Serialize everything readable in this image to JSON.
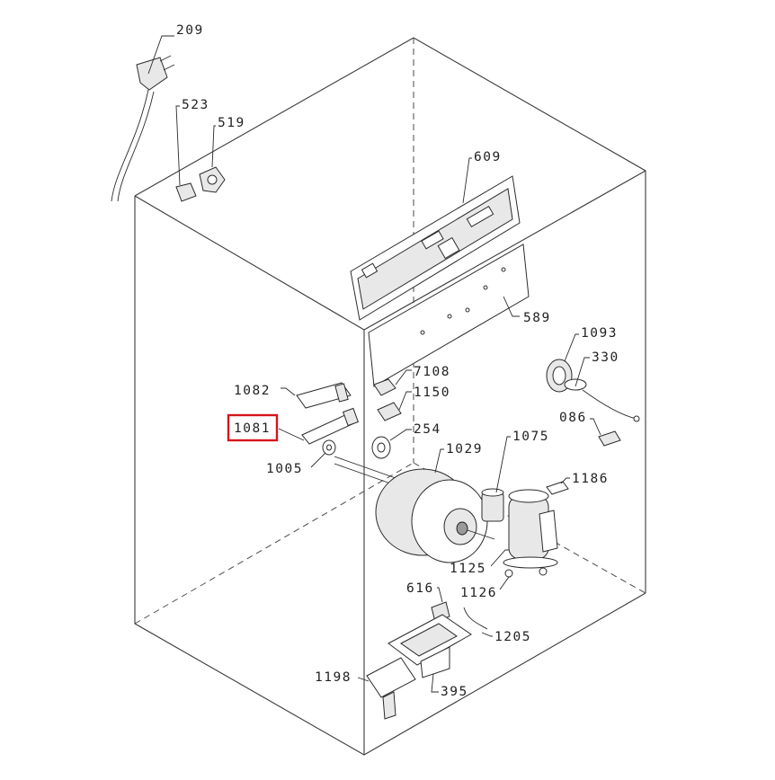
{
  "diagram": {
    "highlight_color": "#d6151d",
    "line_color": "#2b2b2b",
    "highlighted_part": "1081",
    "labels": {
      "p209": "209",
      "p523": "523",
      "p519": "519",
      "p609": "609",
      "p589": "589",
      "p1093": "1093",
      "p330": "330",
      "p1082": "1082",
      "p7108": "7108",
      "p1150": "1150",
      "p1081": "1081",
      "p254": "254",
      "p086": "086",
      "p1005": "1005",
      "p1029": "1029",
      "p1075": "1075",
      "p1186": "1186",
      "p1125": "1125",
      "p616": "616",
      "p1126": "1126",
      "p1205": "1205",
      "p1198": "1198",
      "p395": "395"
    }
  }
}
